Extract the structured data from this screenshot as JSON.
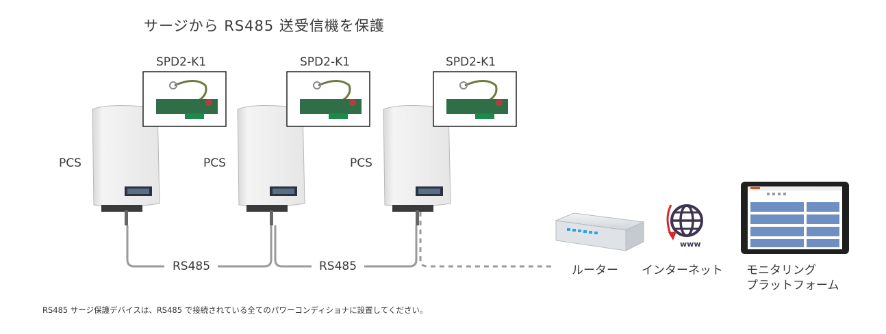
{
  "title": "サージから RS485 送受信機を保護",
  "devices": [
    {
      "spd_label": "SPD2-K1",
      "pcs_label": "PCS"
    },
    {
      "spd_label": "SPD2-K1",
      "pcs_label": "PCS"
    },
    {
      "spd_label": "SPD2-K1",
      "pcs_label": "PCS"
    }
  ],
  "bus_labels": [
    "RS485",
    "RS485"
  ],
  "network": {
    "router_label": "ルーター",
    "internet_label": "インターネット",
    "www_text": "www",
    "monitoring_label_line1": "モニタリング",
    "monitoring_label_line2": "プラットフォーム"
  },
  "footnote": "RS485 サージ保護デバイスは、RS485 で接続されている全てのパワーコンディショナに設置してください。",
  "colors": {
    "cable": "#9a9a9a",
    "inverter": "#eeeeee",
    "board": "#2f6e47",
    "globe": "#3e3450",
    "arrow": "#d8262b"
  }
}
